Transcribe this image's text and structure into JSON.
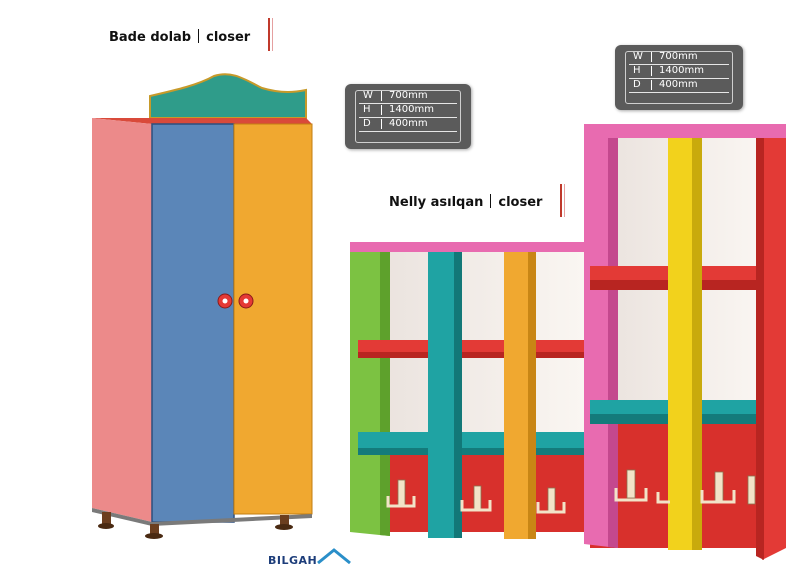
{
  "products": [
    {
      "title": "Bade dolab",
      "subtitle": "closer"
    },
    {
      "title": "Nelly asılqan",
      "subtitle": "closer"
    }
  ],
  "spec_cards": [
    {
      "rows": [
        {
          "key": "W",
          "value": "700mm"
        },
        {
          "key": "H",
          "value": "1400mm"
        },
        {
          "key": "D",
          "value": "400mm"
        }
      ]
    },
    {
      "rows": [
        {
          "key": "W",
          "value": "700mm"
        },
        {
          "key": "H",
          "value": "1400mm"
        },
        {
          "key": "D",
          "value": "400mm"
        }
      ]
    }
  ],
  "brand": {
    "logo_text": "BILGAH",
    "logo_icon": "house-roof-icon",
    "color": "#1d3d7a"
  },
  "colors": {
    "pink": "#ec8a8a",
    "blue": "#5b86b8",
    "orange": "#f0a830",
    "teal": "#1fa3a3",
    "green": "#7cc242",
    "red": "#e33a36",
    "magenta": "#e86bb0",
    "yellow": "#f2d21c",
    "accent": "#c0392b"
  }
}
